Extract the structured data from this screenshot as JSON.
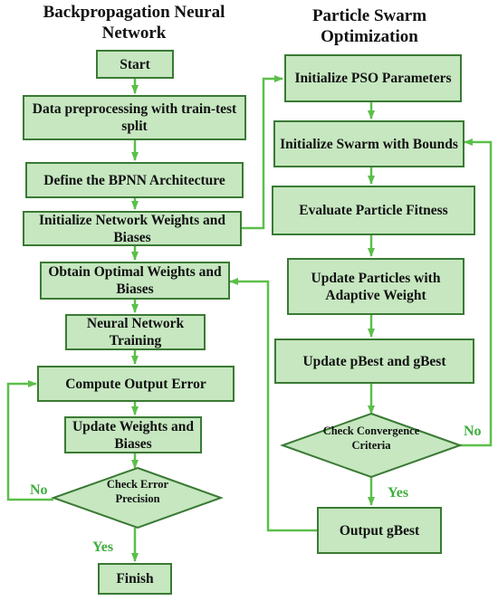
{
  "titles": {
    "bpnn": "Backpropagation Neural Network",
    "pso": "Particle Swarm Optimization"
  },
  "bpnn": {
    "start": "Start",
    "preprocess": "Data preprocessing with train-test split",
    "define": "Define the BPNN Architecture",
    "init_weights": "Initialize Network Weights and Biases",
    "obtain": "Obtain Optimal Weights and Biases",
    "training": "Neural Network Training",
    "compute_error": "Compute Output Error",
    "update_weights": "Update Weights and Biases",
    "check": "Check Error Precision",
    "finish": "Finish",
    "no": "No",
    "yes": "Yes"
  },
  "pso": {
    "init_params": "Initialize PSO Parameters",
    "init_swarm": "Initialize Swarm with Bounds",
    "evaluate": "Evaluate Particle Fitness",
    "update_particles": "Update Particles with Adaptive Weight",
    "update_best": "Update pBest and gBest",
    "check": "Check Convergence Criteria",
    "output": "Output gBest",
    "no": "No",
    "yes": "Yes"
  },
  "colors": {
    "box_fill": "#c6e7c0",
    "box_border": "#3a7a34",
    "arrow": "#5cbf4a",
    "branch_label": "#3fae3f"
  }
}
